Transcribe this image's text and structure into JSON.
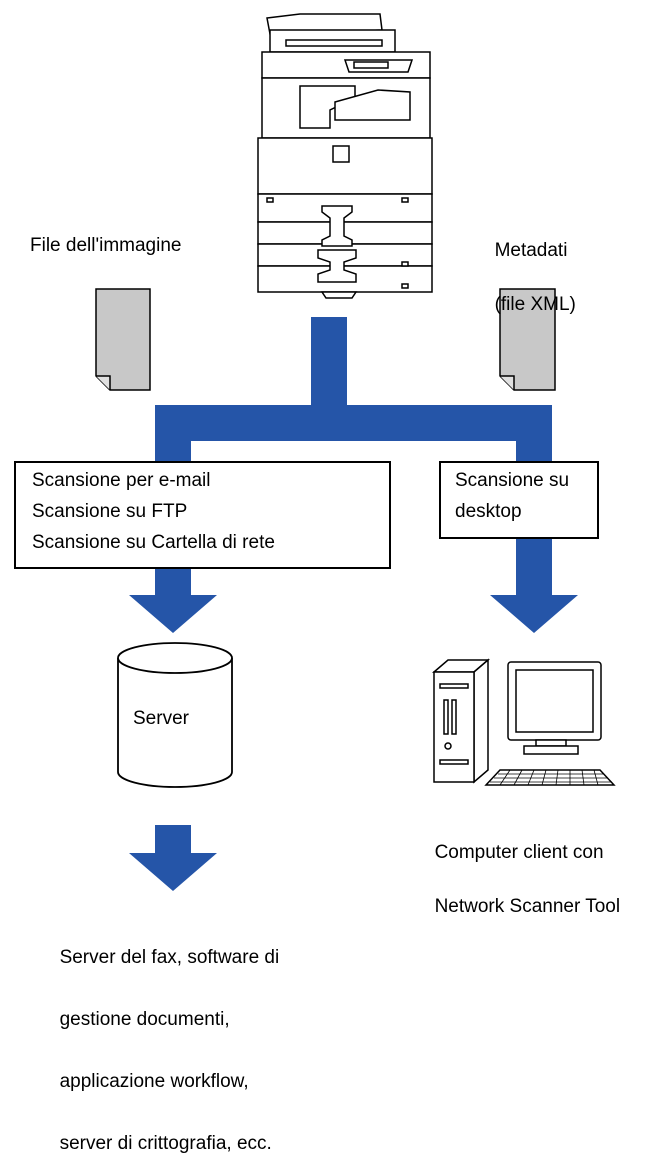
{
  "diagram": {
    "labels": {
      "image_file": "File dell'immagine",
      "metadata": [
        "Metadati",
        "(file XML)"
      ],
      "server": "Server",
      "client": [
        "Computer client con",
        "Network Scanner Tool"
      ],
      "downstream": [
        "Server del fax, software di",
        "gestione documenti,",
        "applicazione workflow,",
        "server di crittografia, ecc."
      ]
    },
    "boxes": {
      "left": [
        "Scansione per e-mail",
        "Scansione su FTP",
        "Scansione su Cartella di rete"
      ],
      "right": [
        "Scansione su",
        "desktop"
      ]
    },
    "colors": {
      "flow": "#2555a8",
      "doc_fill": "#c8c8c8",
      "outline": "#000000"
    },
    "icons": [
      "mfp-printer-icon",
      "document-icon",
      "server-cylinder-icon",
      "desktop-computer-icon"
    ]
  }
}
